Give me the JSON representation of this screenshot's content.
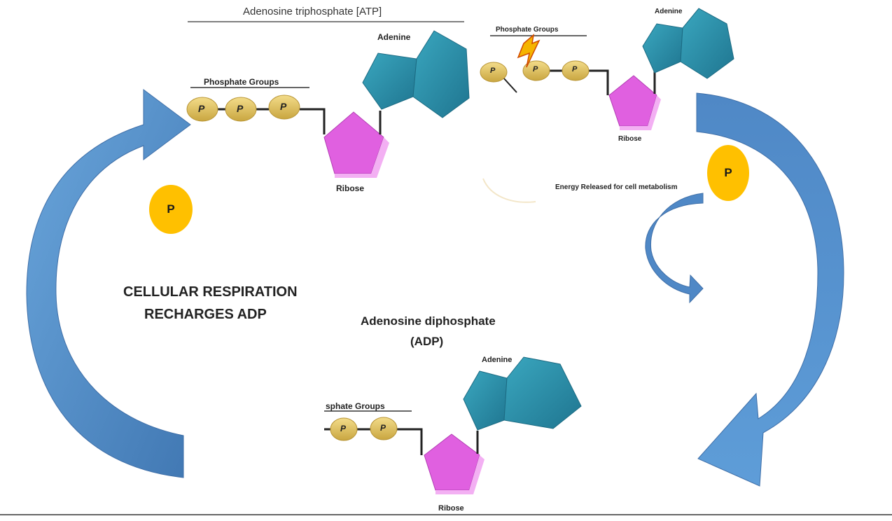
{
  "atp": {
    "title": "Adenosine triphosphate [ATP]",
    "phosphate_label": "Phosphate Groups",
    "adenine_label": "Adenine",
    "ribose_label": "Ribose",
    "phosphate_symbol": "P"
  },
  "atp_split": {
    "phosphate_label": "Phosphate Groups",
    "adenine_label": "Adenine",
    "ribose_label": "Ribose",
    "energy_label": "Energy Released for cell metabolism",
    "phosphate_symbol": "P"
  },
  "adp": {
    "title_line1": "Adenosine diphosphate",
    "title_line2": "(ADP)",
    "phosphate_label": "sphate Groups",
    "adenine_label": "Adenine",
    "ribose_label": "Ribose",
    "phosphate_symbol": "P"
  },
  "cycle": {
    "left_line1": "CELLULAR RESPIRATION",
    "left_line2": "RECHARGES ADP",
    "free_phosphate_left": "P",
    "free_phosphate_right": "P"
  },
  "colors": {
    "arrow_blue": "#5b9bd5",
    "arrow_blue_dark": "#3f75b0",
    "free_phosphate": "#ffc000",
    "phosphate_bead": "#e2c15f",
    "adenine": "#2a8fa6",
    "ribose": "#e060e0",
    "spark": "#f5b400"
  }
}
